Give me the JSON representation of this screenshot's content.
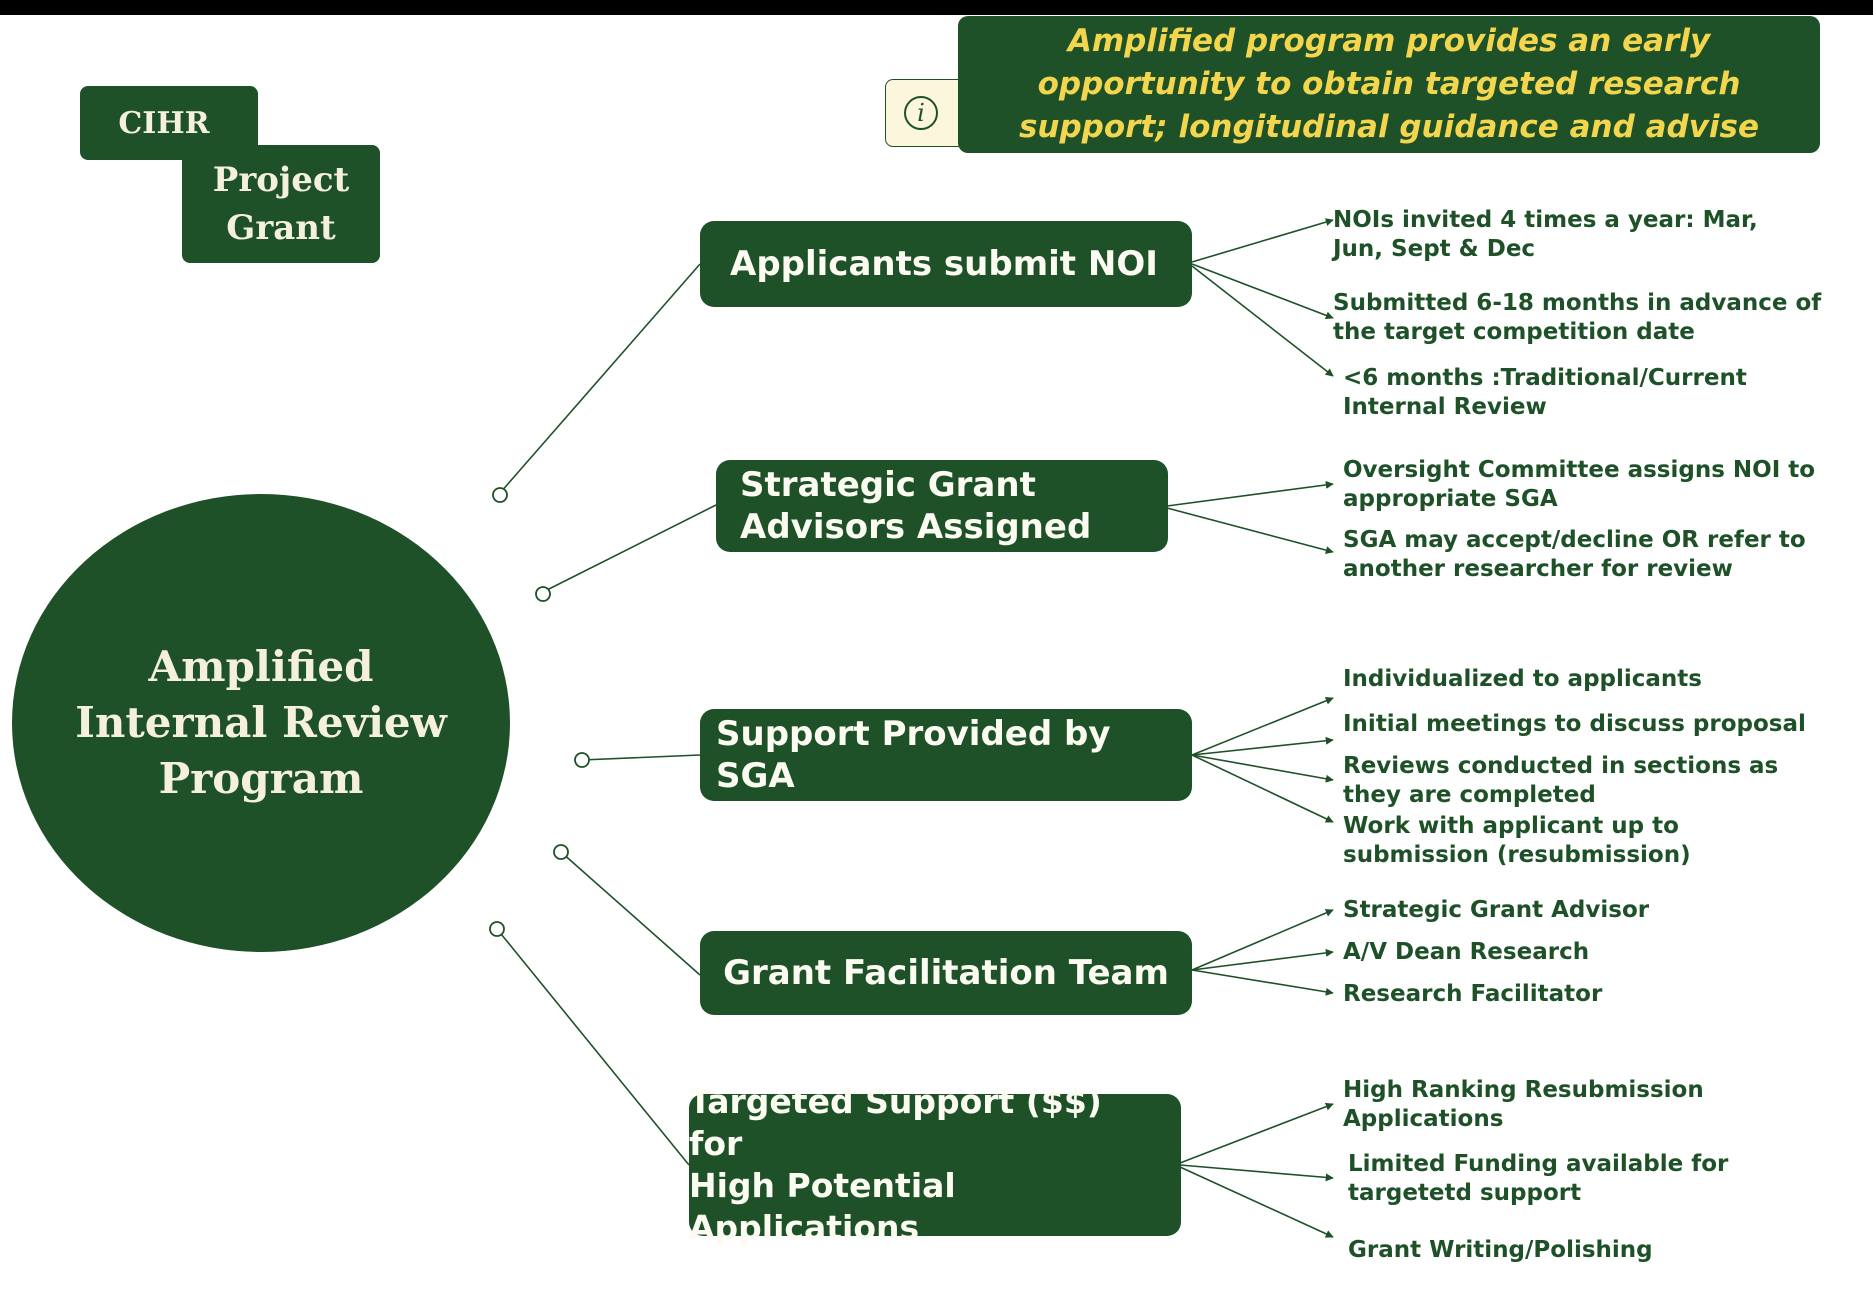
{
  "header": {
    "cihr": "CIHR",
    "project_grant": "Project\nGrant"
  },
  "banner": {
    "text": "Amplified  program provides an early opportunity to obtain targeted research support;  longitudinal  guidance and advise"
  },
  "center": {
    "title": "Amplified Internal Review Program"
  },
  "nodes": [
    {
      "label": "Applicants submit NOI",
      "leaves": [
        "NOIs  invited 4 times a year: Mar,\nJun, Sept & Dec",
        "Submitted 6-18 months in advance of\nthe target competition date",
        "<6 months :Traditional/Current\nInternal Review"
      ]
    },
    {
      "label": "Strategic Grant\nAdvisors Assigned",
      "leaves": [
        "Oversight Committee assigns NOI to\nappropriate SGA",
        "SGA may accept/decline OR refer to\nanother researcher  for review"
      ]
    },
    {
      "label": "Support  Provided by\nSGA",
      "leaves": [
        "Individualized to applicants",
        "Initial meetings to discuss proposal",
        "Reviews conducted in sections as\nthey are  completed",
        "Work with applicant up to\nsubmission (resubmission)"
      ]
    },
    {
      "label": "Grant Facilitation Team",
      "leaves": [
        "Strategic Grant Advisor",
        "A/V Dean Research",
        "Research Facilitator"
      ]
    },
    {
      "label": "Targeted Support ($$) for\nHigh Potential Applications",
      "leaves": [
        "High Ranking Resubmission\nApplications",
        "Limited Funding available for\ntargetetd support",
        "Grant Writing/Polishing"
      ]
    }
  ],
  "colors": {
    "primary_green": "#1e5128",
    "banner_text": "#f3d54e",
    "info_box_bg": "#fbf6dc"
  },
  "icons": {
    "info": "info-icon"
  }
}
